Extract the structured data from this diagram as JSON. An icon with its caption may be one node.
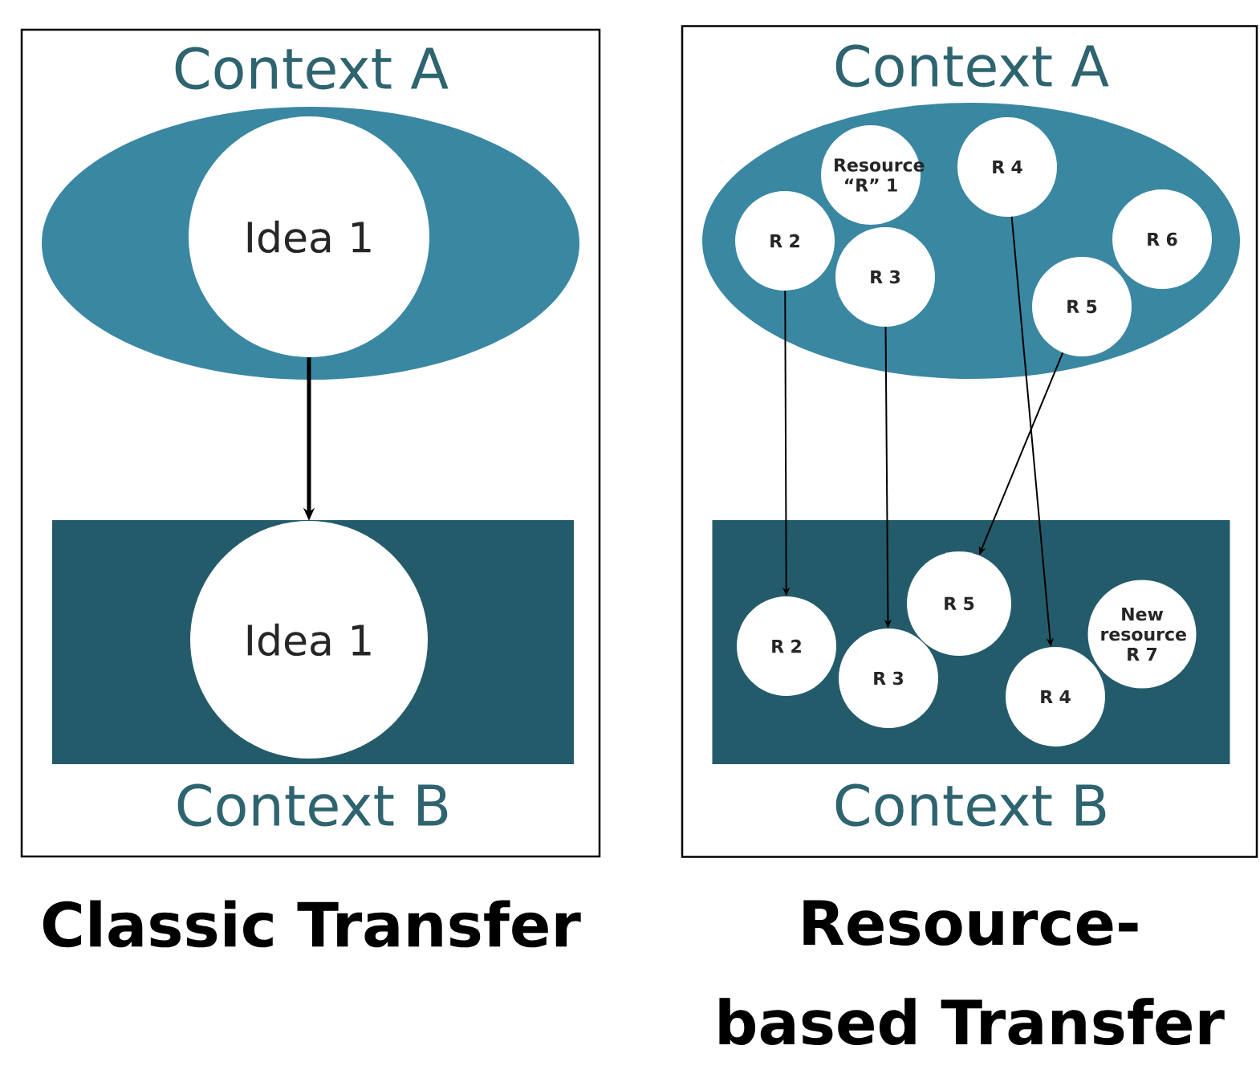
{
  "diagram": {
    "nodes": [
      {
        "text": [],
        "shape": "box",
        "beside": [
          "Classic Transfer"
        ]
      },
      {
        "text": [
          "Context A"
        ],
        "in": 0
      },
      {
        "text": [
          "Idea 1"
        ],
        "in": 1
      },
      {
        "text": [
          "Context B"
        ],
        "in": 0
      },
      {
        "text": [
          "Idea 1"
        ],
        "in": 3
      },
      {
        "text": [],
        "shape": "box",
        "beside": [
          "Resource-based Transfer"
        ]
      },
      {
        "text": [
          "Context A"
        ],
        "in": 5
      },
      {
        "text": [
          "Resource “R” 1"
        ],
        "in": 6
      },
      {
        "text": [
          "R 4"
        ],
        "in": 6
      },
      {
        "text": [
          "R 2"
        ],
        "in": 6
      },
      {
        "text": [
          "R 3"
        ],
        "in": 6
      },
      {
        "text": [
          "R 6"
        ],
        "in": 6
      },
      {
        "text": [
          "R 5"
        ],
        "in": 6
      },
      {
        "text": [
          "Context B"
        ],
        "in": 5
      },
      {
        "text": [
          "R 5"
        ],
        "in": 13
      },
      {
        "text": [
          "R 2"
        ],
        "in": 13
      },
      {
        "text": [
          "R 3"
        ],
        "in": 13
      },
      {
        "text": [
          "New resource R 7"
        ],
        "in": 13
      },
      {
        "text": [
          "R 4"
        ],
        "in": 13
      }
    ],
    "edges": [
      {
        "from": 2,
        "to": 4,
        "arrow": "to",
        "style": "thick"
      },
      {
        "from": 9,
        "to": 15,
        "arrow": "to"
      },
      {
        "from": 10,
        "to": 16,
        "arrow": "to"
      },
      {
        "from": 12,
        "to": 14,
        "arrow": "to"
      },
      {
        "from": 8,
        "to": 18,
        "arrow": "to"
      }
    ]
  }
}
